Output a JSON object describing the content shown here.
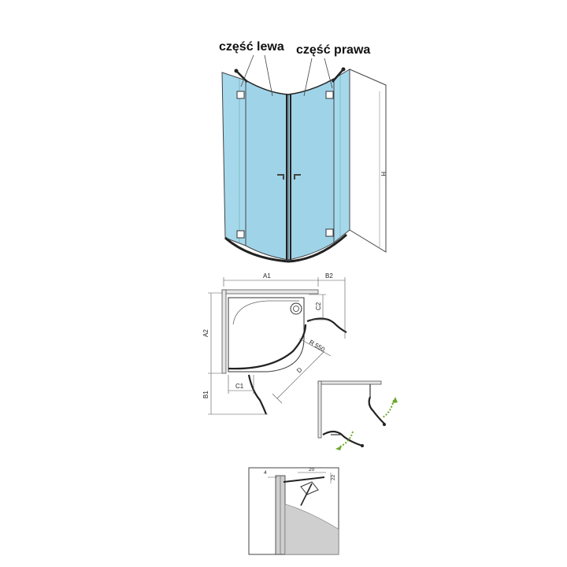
{
  "top_view": {
    "label_left": "część lewa",
    "label_right": "część prawa",
    "height_label": "H"
  },
  "plan_view": {
    "a1": "A1",
    "b2": "B2",
    "a2": "A2",
    "b1": "B1",
    "c1": "C1",
    "c2": "C2",
    "radius": "R 550",
    "diagonal": "D"
  },
  "detail_view": {
    "dim_20": "20",
    "dim_4": "4",
    "dim_22": "22"
  },
  "colors": {
    "glass": "#9fd3e8",
    "glass_dark": "#7fbfd8",
    "frame": "#333333",
    "arrow_green": "#6aa82a",
    "wall_grey": "#e6e6e6"
  }
}
